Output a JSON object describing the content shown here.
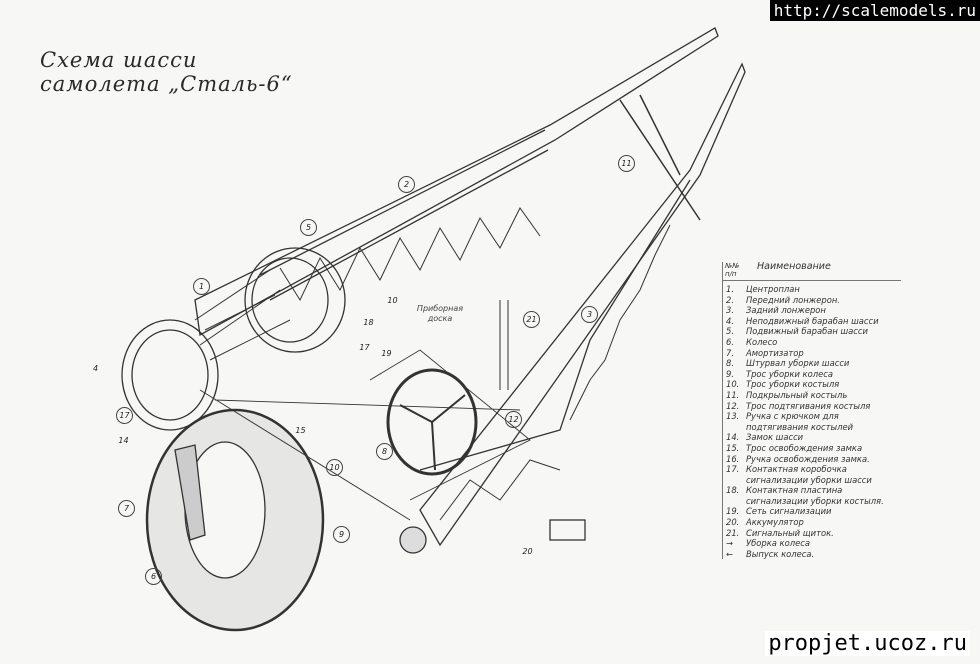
{
  "title": {
    "line1": "Схема шасси",
    "line2": "самолета „Сталь-6“"
  },
  "watermarks": {
    "top": "http://scalemodels.ru",
    "bottom": "propjet.ucoz.ru"
  },
  "panel_label": "Приборная доска",
  "legend": {
    "num_header": "№№ п/п",
    "name_header": "Наименование",
    "items": [
      {
        "n": "1.",
        "t": "Центроплан"
      },
      {
        "n": "2.",
        "t": "Передний лонжерон."
      },
      {
        "n": "3.",
        "t": "Задний лонжерон"
      },
      {
        "n": "4.",
        "t": "Неподвижный барабан шасси"
      },
      {
        "n": "5.",
        "t": "Подвижный барабан шасси"
      },
      {
        "n": "6.",
        "t": "Колесо"
      },
      {
        "n": "7.",
        "t": "Амортизатор"
      },
      {
        "n": "8.",
        "t": "Штурвал уборки шасси"
      },
      {
        "n": "9.",
        "t": "Трос уборки колеса"
      },
      {
        "n": "10.",
        "t": "Трос уборки костыля"
      },
      {
        "n": "11.",
        "t": "Подкрыльный костыль"
      },
      {
        "n": "12.",
        "t": "Трос подтягивания костыля"
      },
      {
        "n": "13.",
        "t": "Ручка с крючком для подтягивания костылей"
      },
      {
        "n": "14.",
        "t": "Замок шасси"
      },
      {
        "n": "15.",
        "t": "Трос освобождения замка"
      },
      {
        "n": "16.",
        "t": "Ручка освобождения замка."
      },
      {
        "n": "17.",
        "t": "Контактная коробочка сигнализации уборки шасси"
      },
      {
        "n": "18.",
        "t": "Контактная пластина сигнализации уборки костыля."
      },
      {
        "n": "19.",
        "t": "Сеть сигнализации"
      },
      {
        "n": "20.",
        "t": "Аккумулятор"
      },
      {
        "n": "21.",
        "t": "Сигнальный щиток."
      },
      {
        "n": "→",
        "t": "Уборка колеса"
      },
      {
        "n": "←",
        "t": "Выпуск колеса."
      }
    ]
  },
  "callouts": [
    "1",
    "2",
    "3",
    "4",
    "5",
    "6",
    "7",
    "8",
    "9",
    "10",
    "10",
    "11",
    "12",
    "14",
    "15",
    "17",
    "18",
    "17",
    "19",
    "21",
    "20"
  ]
}
